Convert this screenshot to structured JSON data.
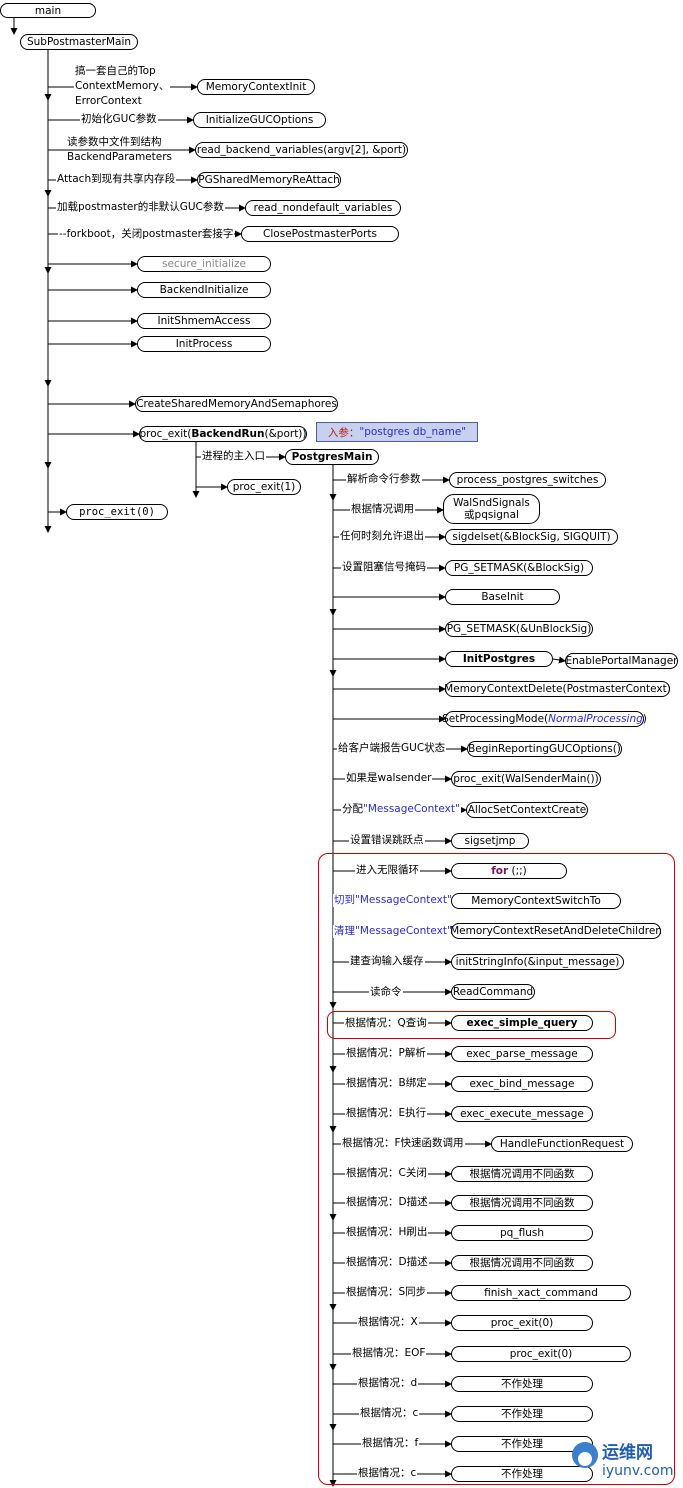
{
  "nodes": {
    "main": "main",
    "sub_postmaster_main": "SubPostmasterMain",
    "memory_context_init": "MemoryContextInit",
    "initialize_guc_options": "InitializeGUCOptions",
    "read_backend_variables": "read_backend_variables(argv[2], &port)",
    "pg_shared_memory_reattach": "PGSharedMemoryReAttach",
    "read_nondefault_variables": "read_nondefault_variables",
    "close_postmaster_ports": "ClosePostmasterPorts",
    "secure_initialize": "secure_initialize",
    "backend_initialize": "BackendInitialize",
    "init_shmem_access": "InitShmemAccess",
    "init_process": "InitProcess",
    "create_shared_memory": "CreateSharedMemoryAndSemaphores",
    "proc_exit_prefix": "proc_exit(",
    "backend_run": "BackendRun",
    "proc_exit_suffix": "(&port))",
    "postgres_main": "PostgresMain",
    "proc_exit_1": "proc_exit(1)",
    "proc_exit_0_main": "proc_exit(0)",
    "process_postgres_switches": "process_postgres_switches",
    "walsnd_signals_l1": "WalSndSignals",
    "walsnd_signals_l2": "或pqsignal",
    "sigdelset": "sigdelset(&BlockSig, SIGQUIT)",
    "pg_setmask_block": "PG_SETMASK(&BlockSig)",
    "base_init": "BaseInit",
    "pg_setmask_unblock": "PG_SETMASK(&UnBlockSig)",
    "init_postgres": "InitPostgres",
    "enable_portal_manager": "EnablePortalManager",
    "memory_context_delete": "MemoryContextDelete(PostmasterContext)",
    "set_processing_mode_prefix": "SetProcessingMode(",
    "normal_processing": "NormalProcessing",
    "set_processing_mode_suffix": ")",
    "begin_reporting_guc": "BeginReportingGUCOptions()",
    "proc_exit_walsender": "proc_exit(WalSenderMain())",
    "alloc_set_context_create": "AllocSetContextCreate",
    "sigsetjmp": "sigsetjmp",
    "for_kw": "for",
    "for_rest": " (;;)",
    "memory_context_switch_to": "MemoryContextSwitchTo",
    "memory_context_reset": "MemoryContextResetAndDeleteChildren",
    "init_string_info": "initStringInfo(&input_message)",
    "read_command": "ReadCommand",
    "exec_simple_query": "exec_simple_query",
    "exec_parse_message": "exec_parse_message",
    "exec_bind_message": "exec_bind_message",
    "exec_execute_message": "exec_execute_message",
    "handle_function_request": "HandleFunctionRequest",
    "case_c_target": "根据情况调用不同函数",
    "case_d1_target": "根据情况调用不同函数",
    "pq_flush": "pq_flush",
    "case_d2_target": "根据情况调用不同函数",
    "finish_xact_command": "finish_xact_command",
    "proc_exit_x": "proc_exit(0)",
    "proc_exit_eof": "proc_exit(0)",
    "noop_d": "不作处理",
    "noop_c1": "不作处理",
    "noop_f": "不作处理",
    "noop_c2": "不作处理"
  },
  "labels": {
    "own_ctx_l1": "搞一套自己的Top",
    "own_ctx_l2": "ContextMemory、",
    "own_ctx_l3": "ErrorContext",
    "init_guc": "初始化GUC参数",
    "read_params_l1": "读参数中文件到结构",
    "read_params_l2": "BackendParameters",
    "attach_shm": "Attach到现有共享内存段",
    "load_guc": "加载postmaster的非默认GUC参数",
    "forkboot": "--forkboot，关闭postmaster套接字",
    "main_entry": "进程的主入口",
    "param_key": "入参：",
    "param_value": "\"postgres db_name\"",
    "parse_args": "解析命令行参数",
    "call_signals": "根据情况调用",
    "allow_exit": "任何时刻允许退出",
    "set_block_mask": "设置阻塞信号掩码",
    "report_guc": "给客户端报告GUC状态",
    "if_walsender": "如果是walsender",
    "alloc_prefix": "分配",
    "alloc_ctx": "\"MessageContext\"",
    "set_jump": "设置错误跳跃点",
    "enter_loop": "进入无限循环",
    "switch_prefix": "切到",
    "switch_ctx": "\"MessageContext\"",
    "clear_prefix": "清理",
    "clear_ctx": "\"MessageContext\"",
    "build_buffer": "建查询输入缓存",
    "read_cmd": "读命令",
    "case_q": "根据情况：Q查询",
    "case_p": "根据情况：P解析",
    "case_b": "根据情况：B绑定",
    "case_e": "根据情况：E执行",
    "case_f_fast": "根据情况：F快速函数调用",
    "case_c_close": "根据情况：C关闭",
    "case_d_desc1": "根据情况：D描述",
    "case_h_flush": "根据情况：H刷出",
    "case_d_desc2": "根据情况：D描述",
    "case_s_sync": "根据情况：S同步",
    "case_x": "根据情况：X",
    "case_eof": "根据情况：EOF",
    "case_d": "根据情况：d",
    "case_c1": "根据情况：c",
    "case_f": "根据情况：f",
    "case_c2": "根据情况：c"
  },
  "watermark": {
    "line1": "运维网",
    "line2": "iyunv.com"
  },
  "colors": {
    "highlight_red": "#d10000",
    "context_blue": "#2b2bd6",
    "param_bg": "#c7d1ee"
  }
}
